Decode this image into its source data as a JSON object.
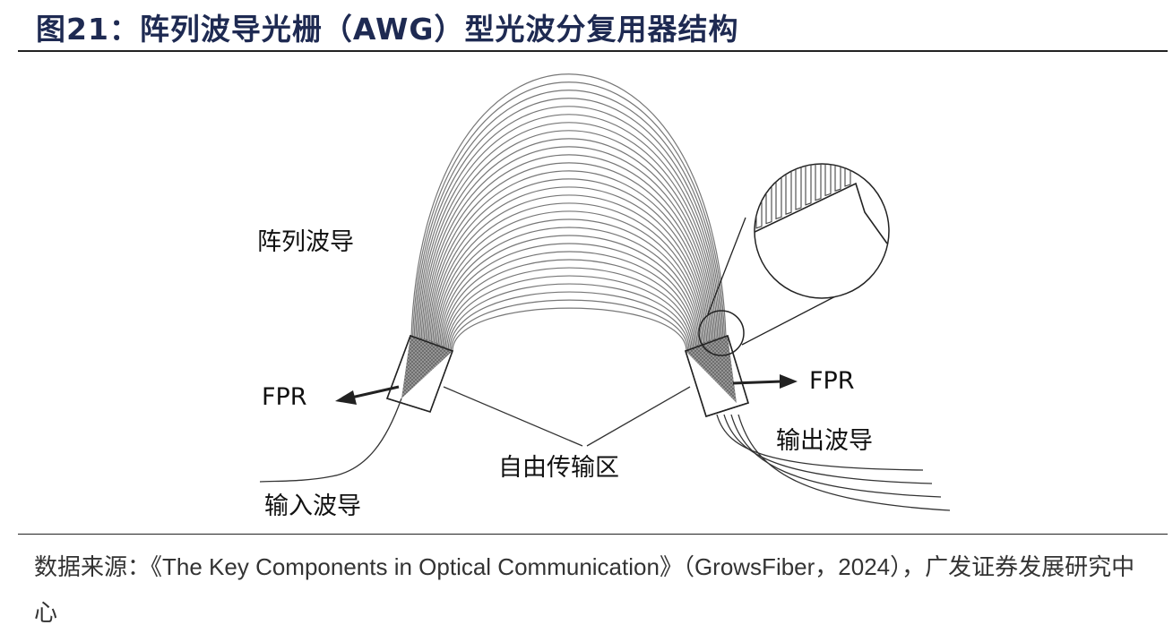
{
  "title": "图21：阵列波导光栅（AWG）型光波分复用器结构",
  "labels": {
    "array_waveguide": "阵列波导",
    "fpr_left": "FPR",
    "fpr_right": "FPR",
    "input_waveguide": "输入波导",
    "output_waveguide": "输出波导",
    "free_propagation_region": "自由传输区"
  },
  "source": {
    "prefix": "数据来源：",
    "text": "《The Key Components in Optical Communication》（GrowsFiber，2024），广发证券发展研究中心"
  }
}
